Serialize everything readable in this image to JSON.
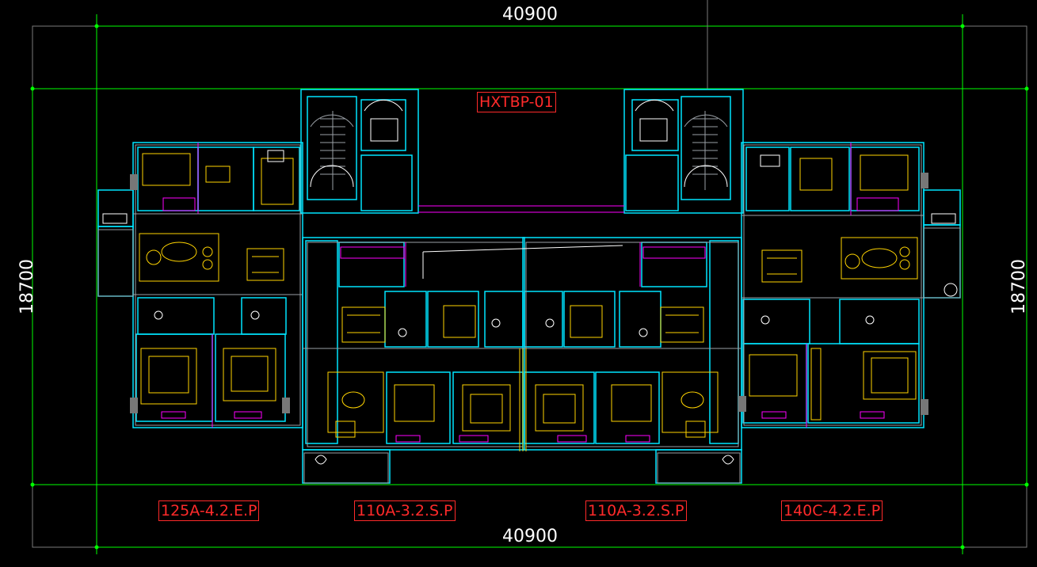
{
  "drawing": {
    "code": "HXTBP-01",
    "dimensions": {
      "top_width": "40900",
      "bottom_width": "40900",
      "left_height": "18700",
      "right_height": "18700"
    },
    "unit_labels": [
      "125A-4.2.E.P",
      "110A-3.2.S.P",
      "110A-3.2.S.P",
      "140C-4.2.E.P"
    ],
    "colors": {
      "background": "#000000",
      "dimension_line": "#00ff00",
      "grid_line": "#7a7a7a",
      "wall_outer": "#00e5ff",
      "wall_inner": "#9aa0a6",
      "furniture": "#ffd400",
      "partition": "#ff00ff",
      "label_red": "#ff2a2a",
      "fixtures": "#ffffff"
    }
  }
}
